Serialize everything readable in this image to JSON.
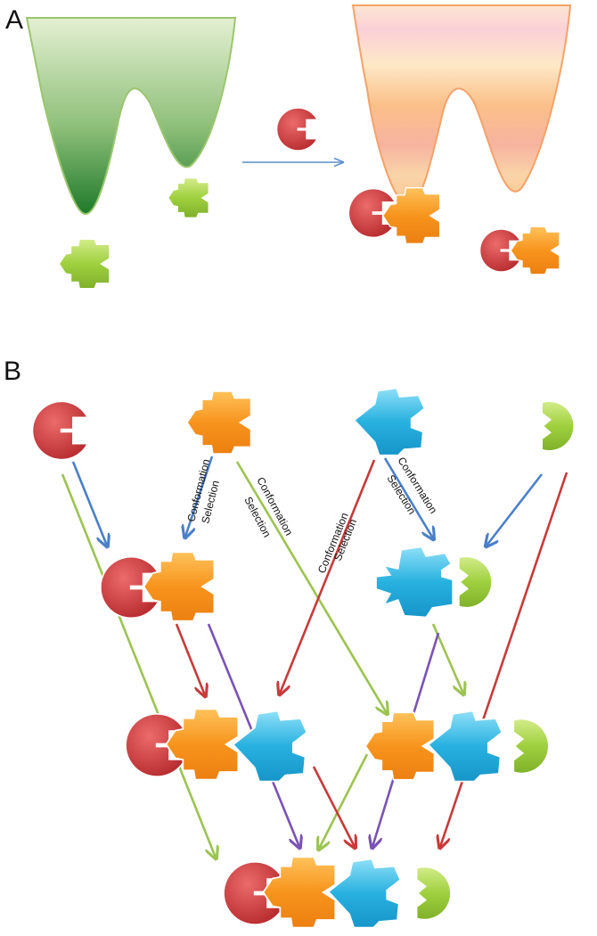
{
  "panels": {
    "a": {
      "label": "A"
    },
    "b": {
      "label": "B"
    }
  },
  "annotations": {
    "conformation_selection": [
      "Conformation",
      "Selection"
    ]
  },
  "colors": {
    "red": "#d43a3a",
    "orange": "#f29a1f",
    "blue": "#29b4e0",
    "green": "#9ccc3c",
    "well_green": "#2f8a2f",
    "well_orange": "#f7b070",
    "arrow_blue": "#4a7fc9",
    "arrow_red": "#c83a3a",
    "arrow_green": "#9bc450",
    "arrow_purple": "#7a52b5"
  },
  "icons": {
    "red_partner": "red-pacman-icon",
    "orange_protein": "orange-protein-icon",
    "blue_protein": "blue-protein-icon",
    "green_partner": "green-half-moon-icon"
  }
}
